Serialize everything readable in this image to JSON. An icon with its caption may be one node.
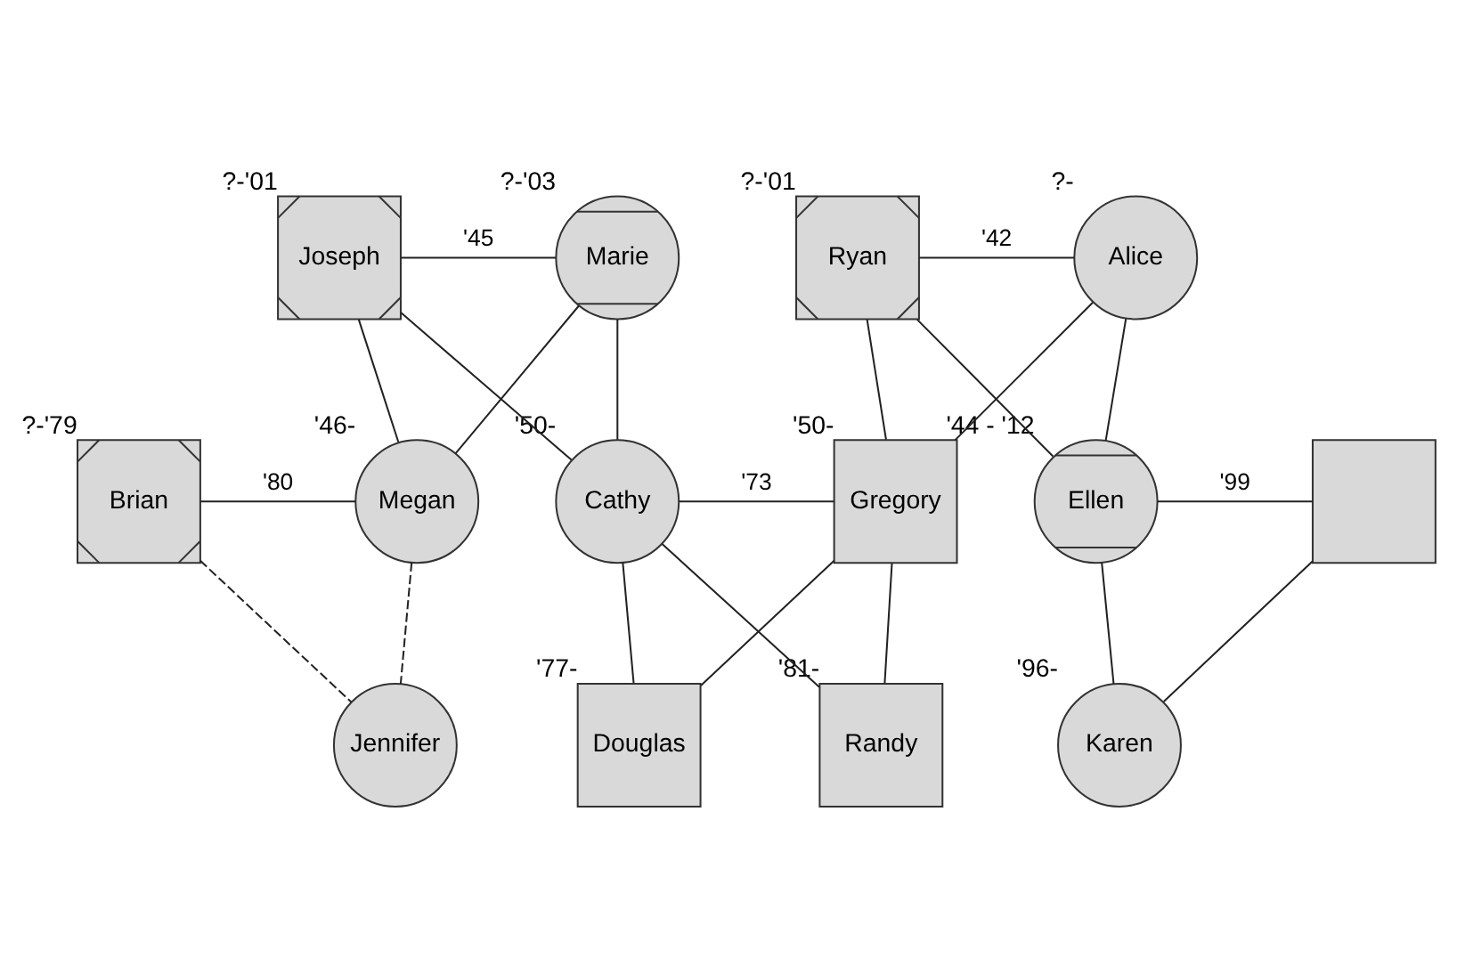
{
  "diagram": {
    "nodes": [
      {
        "text": [
          "Joseph"
        ],
        "beside": [
          "?-'01"
        ]
      },
      {
        "text": [
          "Marie"
        ],
        "beside": [
          "?-'03"
        ]
      },
      {
        "text": [
          "Ryan"
        ],
        "beside": [
          "?-'01"
        ]
      },
      {
        "text": [
          "Alice"
        ],
        "beside": [
          "?-"
        ]
      },
      {
        "text": [
          "Brian"
        ],
        "beside": [
          "?-'79"
        ]
      },
      {
        "text": [
          "Megan"
        ],
        "beside": [
          "'46-"
        ]
      },
      {
        "text": [
          "Cathy"
        ],
        "beside": [
          "'50-"
        ]
      },
      {
        "text": [
          "Gregory"
        ],
        "beside": [
          "'50-"
        ]
      },
      {
        "text": [
          "Ellen"
        ],
        "beside": [
          "'44 - '12"
        ]
      },
      {
        "text": [],
        "shape": "box"
      },
      {
        "text": [
          "Jennifer"
        ]
      },
      {
        "text": [
          "Douglas"
        ],
        "beside": [
          "'77-"
        ]
      },
      {
        "text": [
          "Randy"
        ],
        "beside": [
          "'81-"
        ]
      },
      {
        "text": [
          "Karen"
        ],
        "beside": [
          "'96-"
        ]
      }
    ],
    "edges": [
      {
        "from": 0,
        "to": 1,
        "arrow": "none",
        "label": "'45"
      },
      {
        "from": 2,
        "to": 3,
        "arrow": "none",
        "label": "'42"
      },
      {
        "from": 0,
        "to": 5,
        "arrow": "none"
      },
      {
        "from": 1,
        "to": 5,
        "arrow": "none"
      },
      {
        "from": 0,
        "to": 6,
        "arrow": "none"
      },
      {
        "from": 1,
        "to": 6,
        "arrow": "none"
      },
      {
        "from": 2,
        "to": 7,
        "arrow": "none"
      },
      {
        "from": 3,
        "to": 7,
        "arrow": "none"
      },
      {
        "from": 2,
        "to": 8,
        "arrow": "none"
      },
      {
        "from": 3,
        "to": 8,
        "arrow": "none"
      },
      {
        "from": 4,
        "to": 5,
        "arrow": "none",
        "label": "'80"
      },
      {
        "from": 6,
        "to": 7,
        "arrow": "none",
        "label": "'73"
      },
      {
        "from": 8,
        "to": 9,
        "arrow": "none",
        "label": "'99"
      },
      {
        "from": 4,
        "to": 10,
        "arrow": "none",
        "style": "dashed"
      },
      {
        "from": 5,
        "to": 10,
        "arrow": "none",
        "style": "dashed"
      },
      {
        "from": 6,
        "to": 11,
        "arrow": "none"
      },
      {
        "from": 7,
        "to": 11,
        "arrow": "none"
      },
      {
        "from": 6,
        "to": 12,
        "arrow": "none"
      },
      {
        "from": 7,
        "to": 12,
        "arrow": "none"
      },
      {
        "from": 8,
        "to": 13,
        "arrow": "none"
      },
      {
        "from": 9,
        "to": 13,
        "arrow": "none"
      }
    ]
  }
}
